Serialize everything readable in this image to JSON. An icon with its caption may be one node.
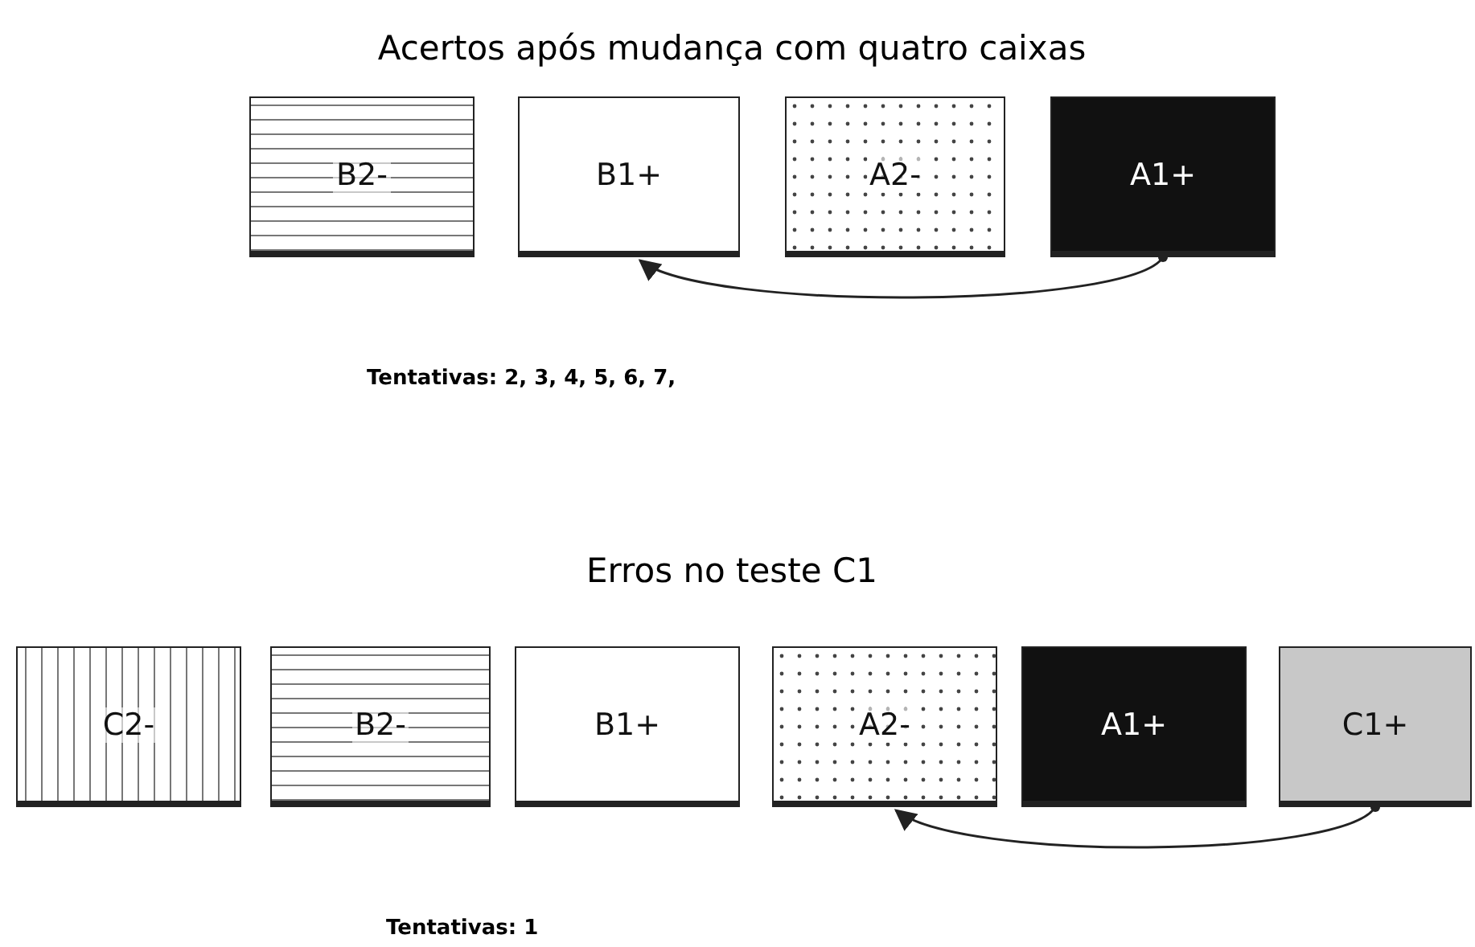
{
  "diagram": {
    "nodes": [
      {
        "text": [
          "B2-"
        ]
      },
      {
        "text": [
          "B1+"
        ]
      },
      {
        "text": [
          "A2-"
        ]
      },
      {
        "text": [
          "A1+"
        ]
      },
      {
        "text": [
          "C2-"
        ]
      },
      {
        "text": [
          "B2-"
        ]
      },
      {
        "text": [
          "B1+"
        ]
      },
      {
        "text": [
          "A2-"
        ]
      },
      {
        "text": [
          "A1+"
        ]
      },
      {
        "text": [
          "C1+"
        ]
      }
    ],
    "edges": [
      {
        "from": 3,
        "to": 1,
        "arrow": "to"
      },
      {
        "from": 9,
        "to": 7,
        "arrow": "to"
      }
    ],
    "labels": [
      "Acertos após mudança com quatro caixas",
      "Tentativas: 2, 3, 4, 5, 6, 7,",
      "Erros no teste C1",
      "Tentativas: 1"
    ]
  }
}
